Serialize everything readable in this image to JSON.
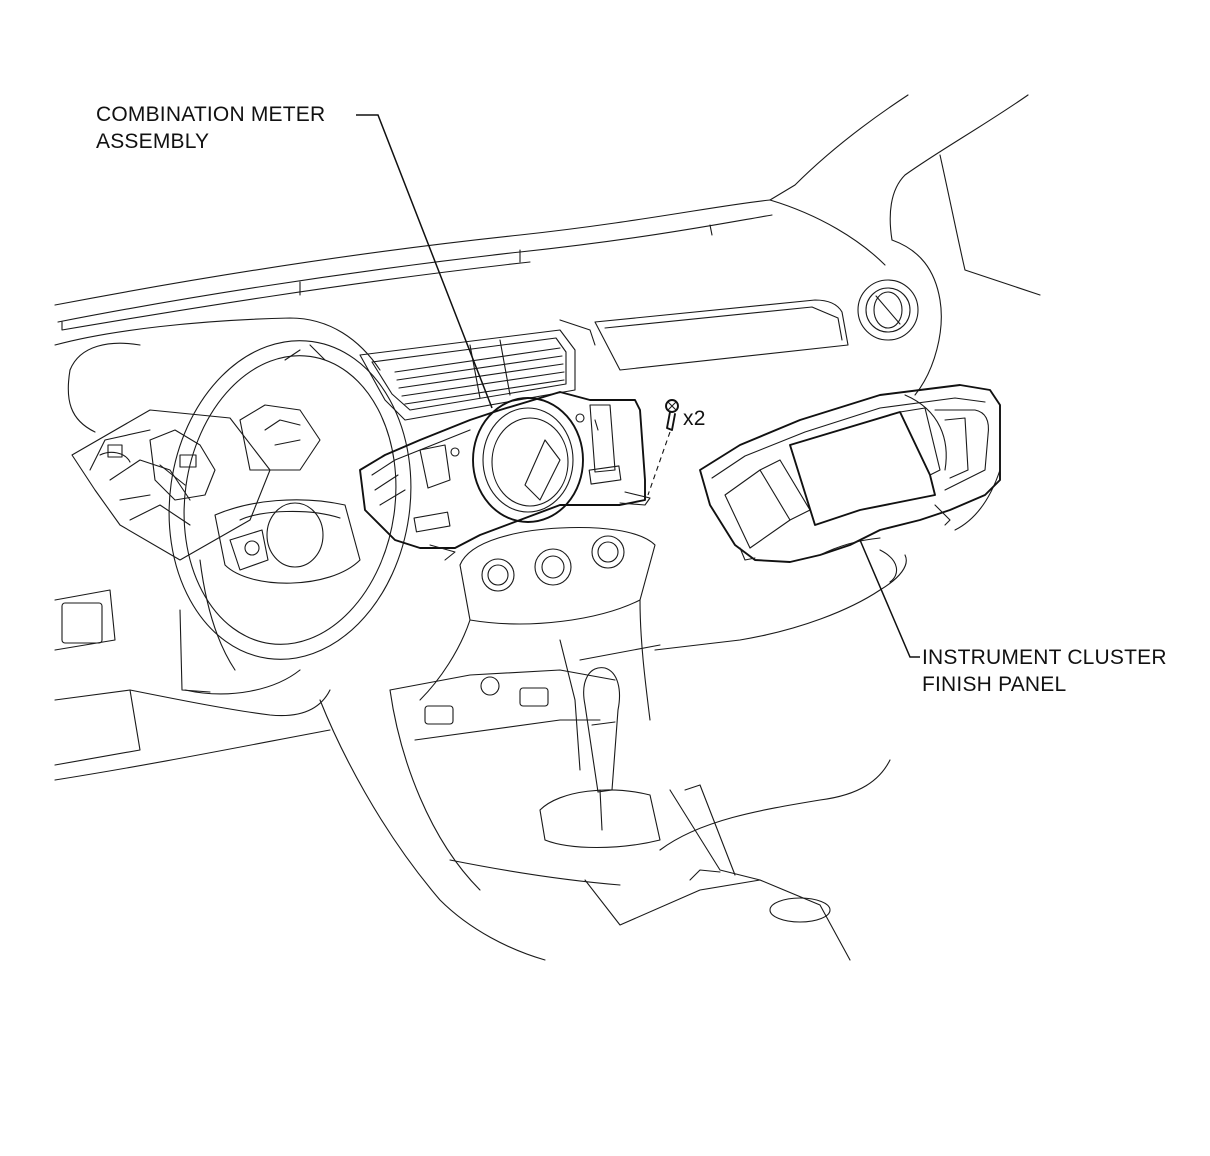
{
  "labels": {
    "combination_meter": [
      "COMBINATION METER",
      "ASSEMBLY"
    ],
    "finish_panel": [
      "INSTRUMENT CLUSTER",
      "FINISH PANEL"
    ],
    "screw_count": "x2"
  }
}
